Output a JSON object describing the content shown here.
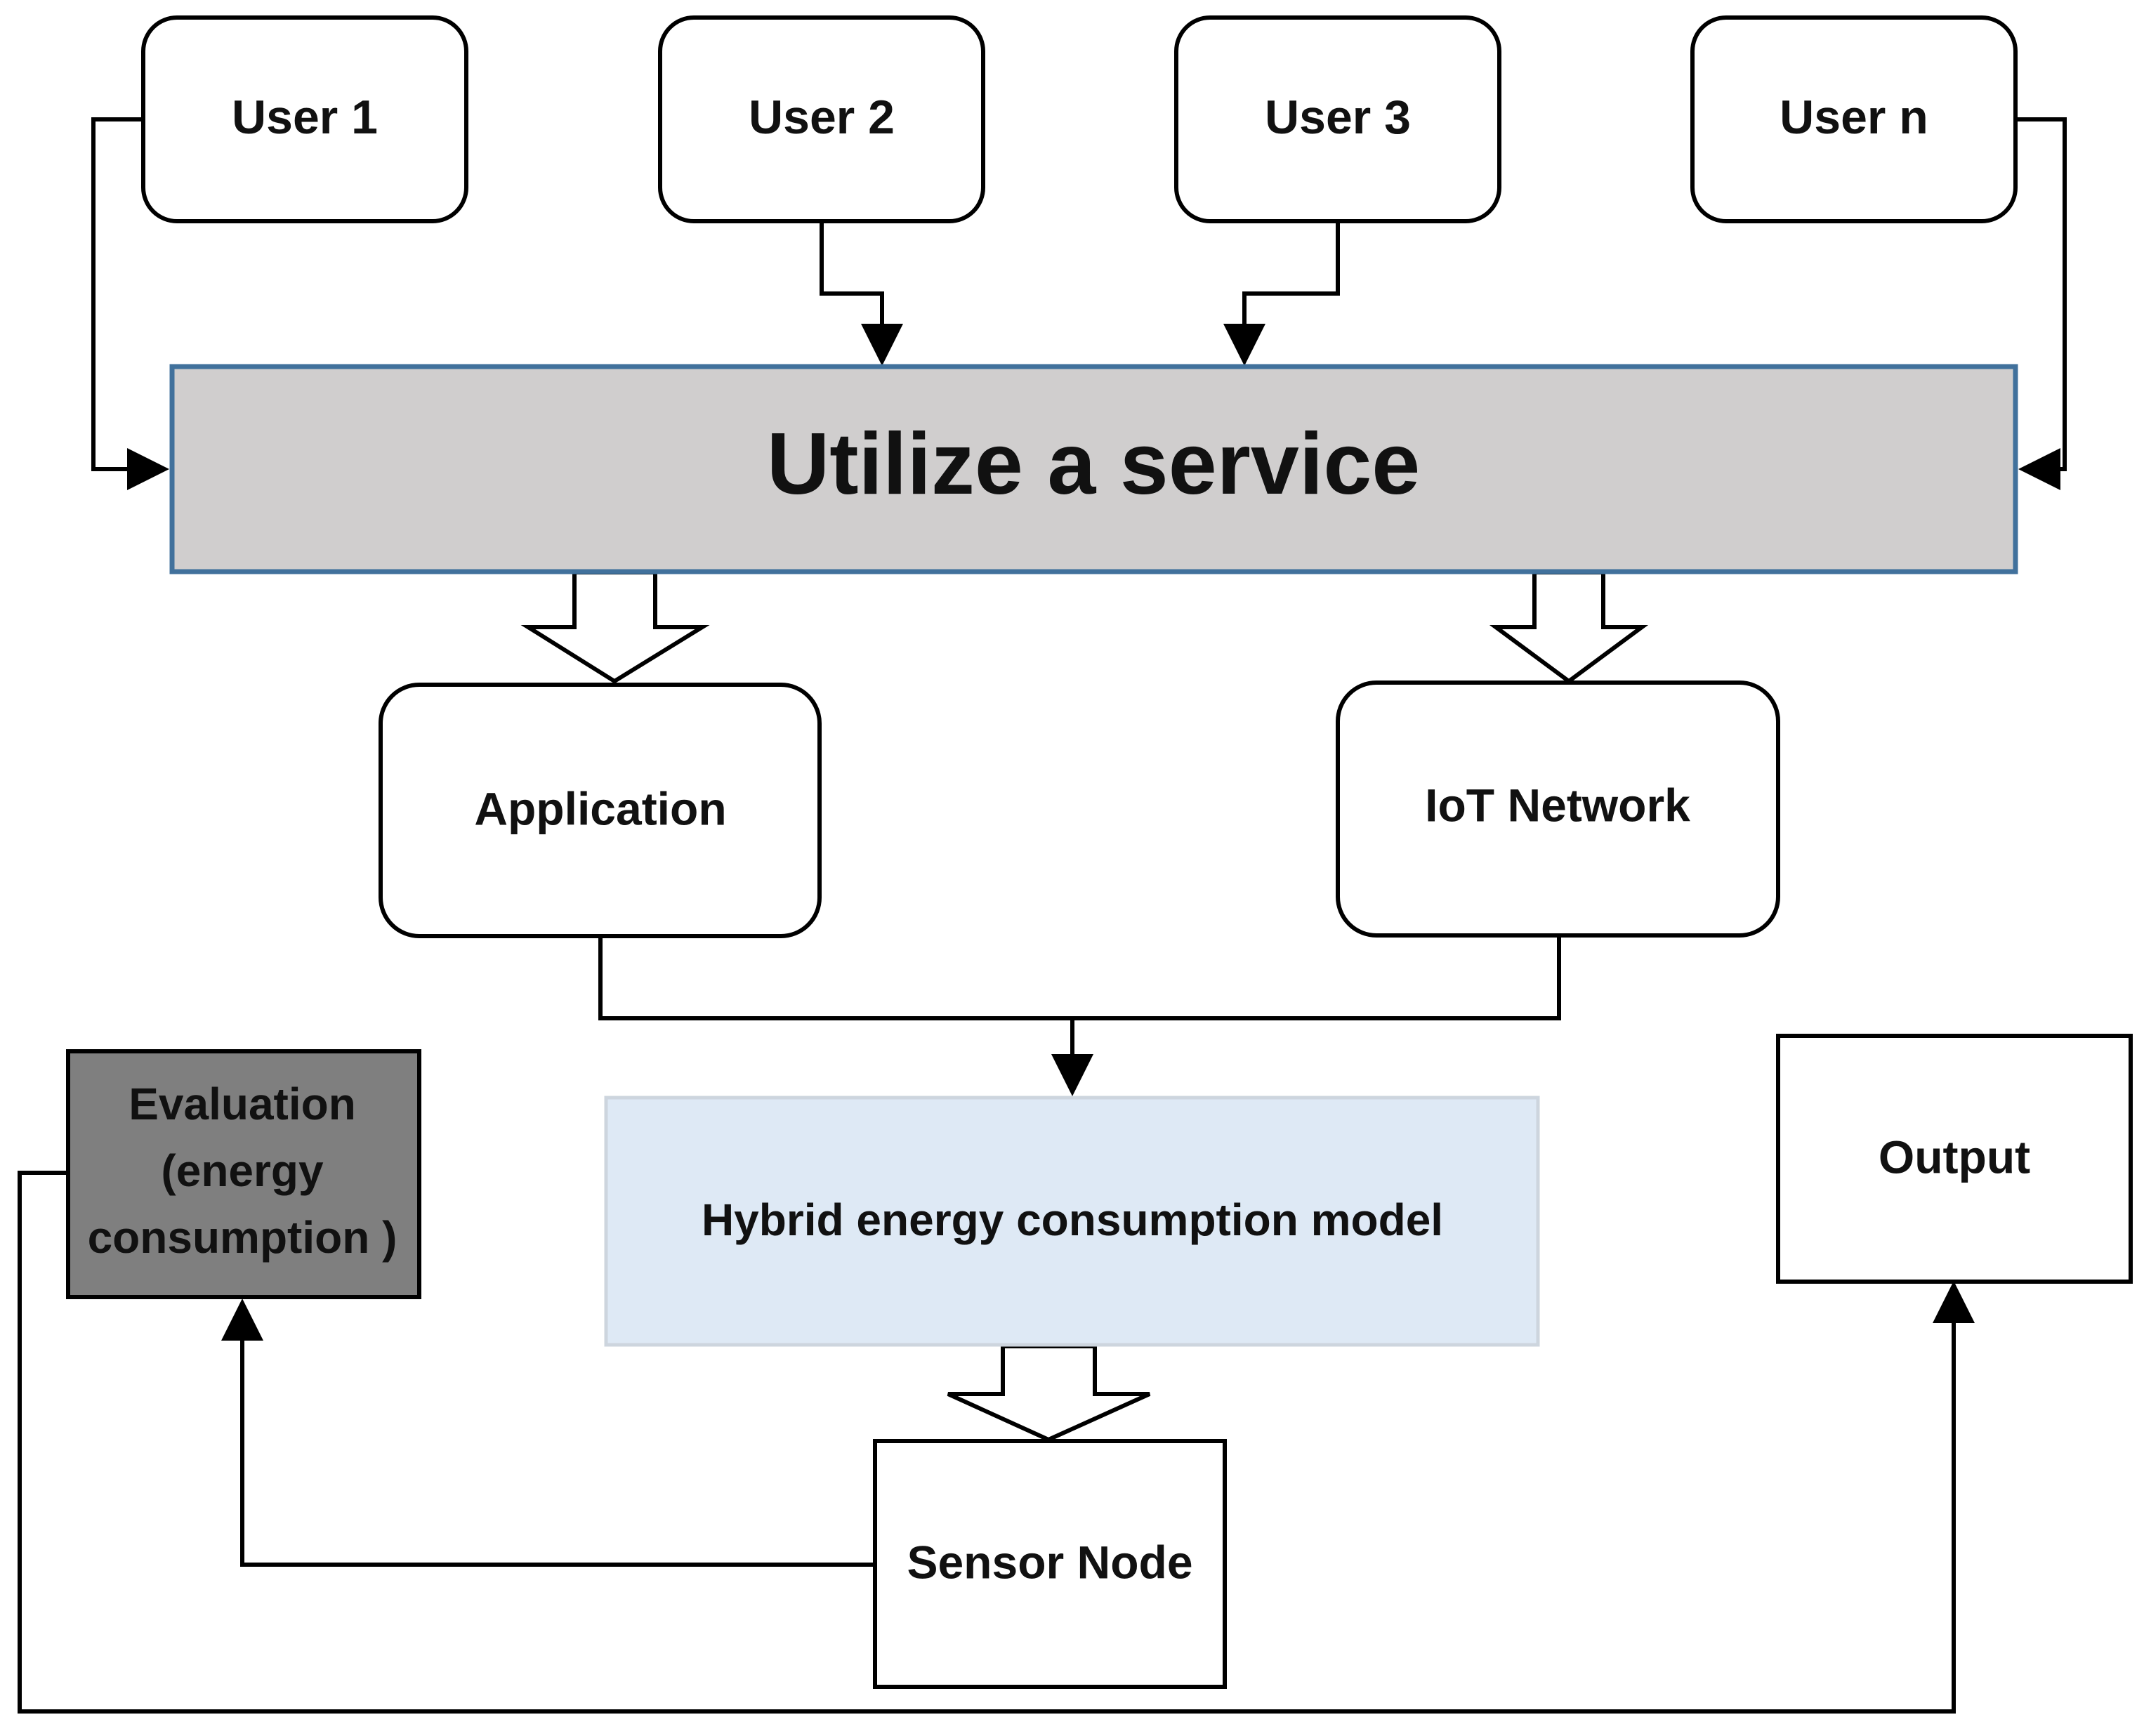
{
  "diagram": {
    "users": [
      "User 1",
      "User 2",
      "User 3",
      "User n"
    ],
    "service": "Utilize a service",
    "application": "Application",
    "iot_network": "IoT Network",
    "model": "Hybrid energy consumption model",
    "evaluation": [
      "Evaluation",
      "(energy",
      "consumption )"
    ],
    "output": "Output",
    "sensor_node": "Sensor Node"
  },
  "colors": {
    "service_fill": "#d0cece",
    "service_border": "#41719c",
    "model_fill": "#dee9f5",
    "model_border": "#cdd5de",
    "evaluation_fill": "#7f7f7f",
    "stroke": "#000000"
  }
}
